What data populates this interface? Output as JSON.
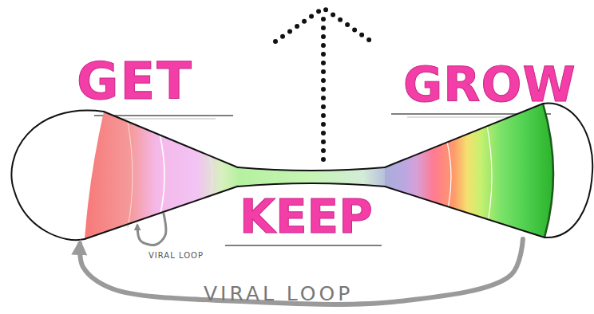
{
  "diagram": {
    "nodes": [
      {
        "text": [
          "GET"
        ]
      },
      {
        "text": [
          "KEEP"
        ]
      },
      {
        "text": [
          "GROW"
        ]
      }
    ],
    "edges": [
      {
        "from": 0,
        "to": 0,
        "label": "VIRAL LOOP",
        "arrow": "to"
      },
      {
        "from": 2,
        "to": 0,
        "label": "VIRAL LOOP",
        "arrow": "to"
      }
    ]
  }
}
